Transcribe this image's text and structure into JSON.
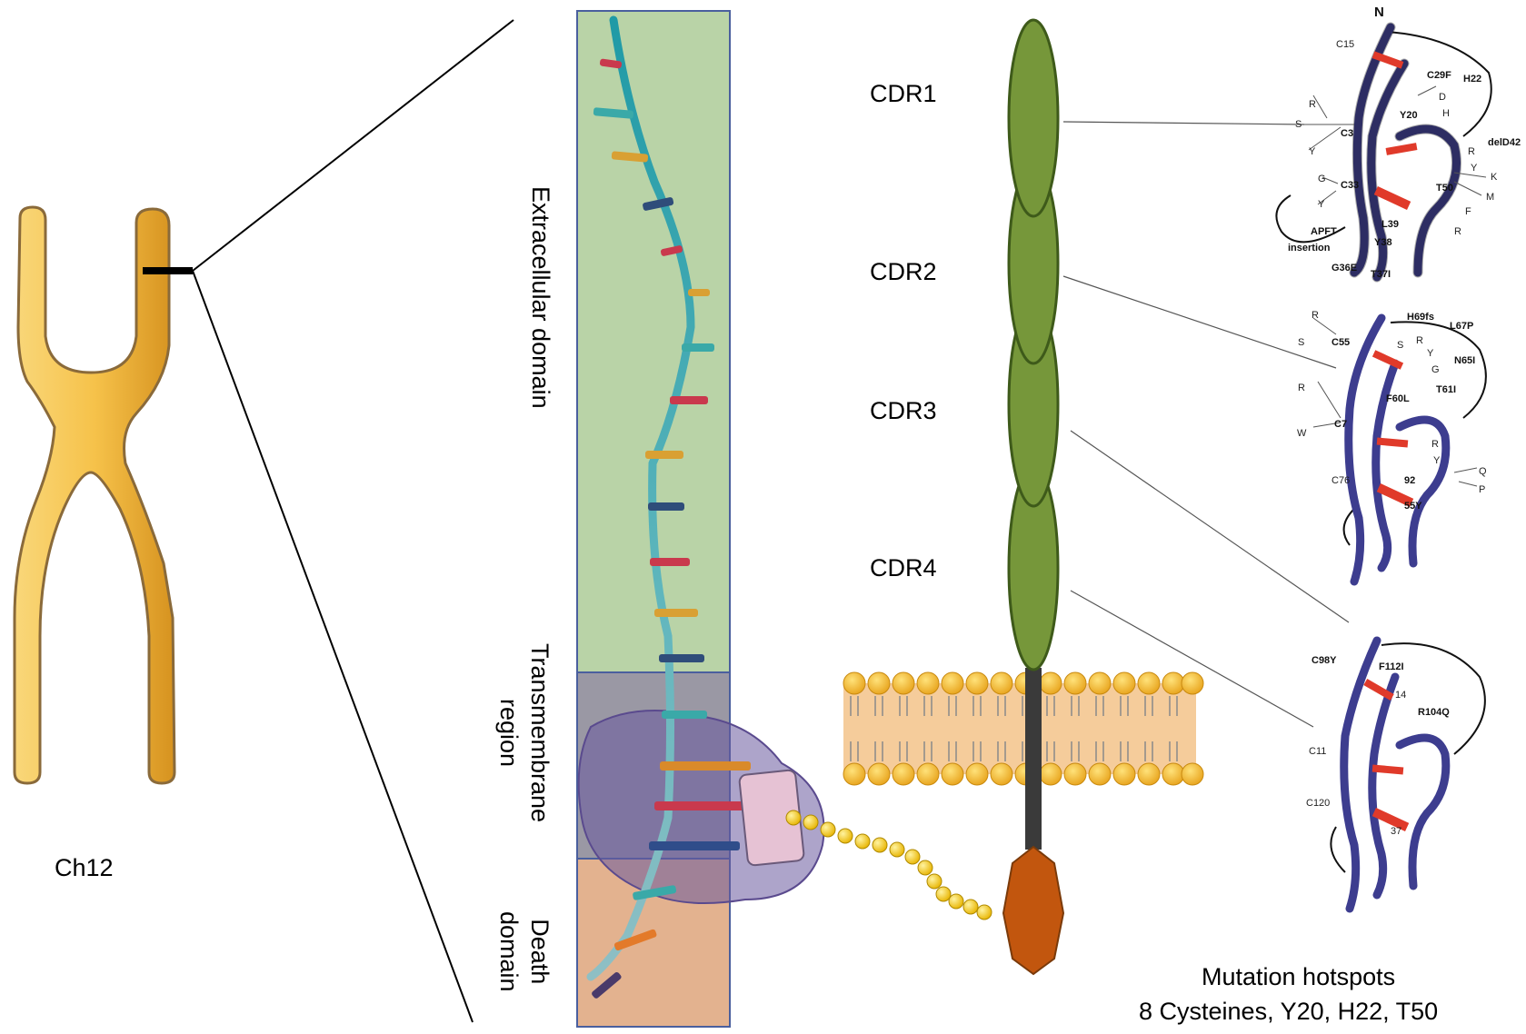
{
  "chromosome": {
    "label": "Ch12"
  },
  "domains": {
    "extracellular": "Extracellular domain",
    "transmembrane": [
      "Transmembrane",
      "region"
    ],
    "death": [
      "Death",
      "domain"
    ]
  },
  "cdr_labels": [
    "CDR1",
    "CDR2",
    "CDR3",
    "CDR4"
  ],
  "hotspots": {
    "title": "Mutation hotspots",
    "subtitle": "8 Cysteines, Y20, H22, T50"
  },
  "structure1": {
    "top": "N",
    "labels": [
      "C15",
      "C29F",
      "H22",
      "Y20",
      "D",
      "H",
      "R",
      "S",
      "Y",
      "C3",
      "delD42",
      "R",
      "Y",
      "K",
      "G",
      "C33",
      "Y",
      "T50",
      "M",
      "F",
      "R",
      "L39",
      "APFT",
      "insertion",
      "Y38",
      "G36E",
      "T37I"
    ]
  },
  "structure2": {
    "labels": [
      "R",
      "S",
      "C55",
      "H69fs",
      "L67P",
      "S",
      "R",
      "Y",
      "G",
      "N65I",
      "F60L",
      "T61I",
      "R",
      "W",
      "C7",
      "R",
      "Y",
      "Q",
      "C76",
      "P",
      "92",
      "55Y"
    ]
  },
  "structure3": {
    "labels": [
      "C98Y",
      "F112I",
      "14",
      "R104Q",
      "C11",
      "C120",
      "37"
    ]
  },
  "colors": {
    "chromosome": "#f6c24a",
    "extracellular_bg": "#b9d3a7",
    "transmembrane_bg": "#9a98a4",
    "death_bg": "#e3b28f",
    "cdr_green": "#76973a",
    "stalk": "#3a3a3a",
    "death_hexagon": "#c2560e",
    "ribbon": "#3d3d8f",
    "strand_red": "#e03a2a"
  }
}
